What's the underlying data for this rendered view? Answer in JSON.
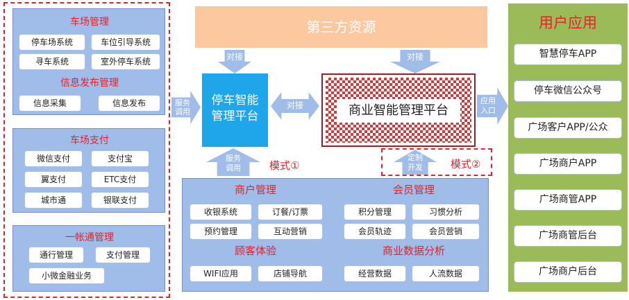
{
  "left": {
    "parking_mgmt": {
      "title": "车场管理",
      "items": [
        "停车场系统",
        "车位引导系统",
        "寻车系统",
        "室外停车系统"
      ]
    },
    "info_release": {
      "title": "信息发布管理",
      "items": [
        "信息采集",
        "信息发布"
      ]
    },
    "parking_payment": {
      "title": "车场支付",
      "items": [
        "微信支付",
        "支付宝",
        "翼支付",
        "ETC支付",
        "城市通",
        "银联支付"
      ]
    },
    "account": {
      "title": "一帐通管理",
      "items": [
        "通行管理",
        "支付管理",
        "小微金融业务"
      ]
    }
  },
  "banner": "第三方资源",
  "arrows": {
    "dock_left": "对接",
    "dock_right": "对接",
    "dock_middle": "对接",
    "service_call_left": [
      "服务",
      "调用"
    ],
    "service_call_bottom": [
      "服务",
      "调用"
    ],
    "custom_dev": [
      "定制",
      "开发"
    ],
    "app_entry": [
      "应用",
      "入口"
    ]
  },
  "platforms": {
    "parking": [
      "停车智能",
      "管理平台"
    ],
    "business": "商业智能管理平台"
  },
  "modes": {
    "mode1": "模式①",
    "mode2": "模式②"
  },
  "bottom": {
    "merchant": {
      "title": "商户管理",
      "items": [
        "收银系统",
        "订餐/订票",
        "预约管理",
        "互动营销"
      ]
    },
    "member": {
      "title": "会员管理",
      "items": [
        "积分管理",
        "习惯分析",
        "会员轨迹",
        "会员营销"
      ]
    },
    "experience": {
      "title": "顾客体验",
      "items": [
        "WIFI应用",
        "店铺导航"
      ]
    },
    "analytics": {
      "title": "商业数据分析",
      "items": [
        "经营数据",
        "人流数据"
      ]
    }
  },
  "right": {
    "title": "用户应用",
    "apps": [
      "智慧停车APP",
      "停车微信公众号",
      "广场客户APP/公众",
      "广场商户APP",
      "广场商管APP",
      "广场商管后台",
      "广场商户后台"
    ]
  }
}
